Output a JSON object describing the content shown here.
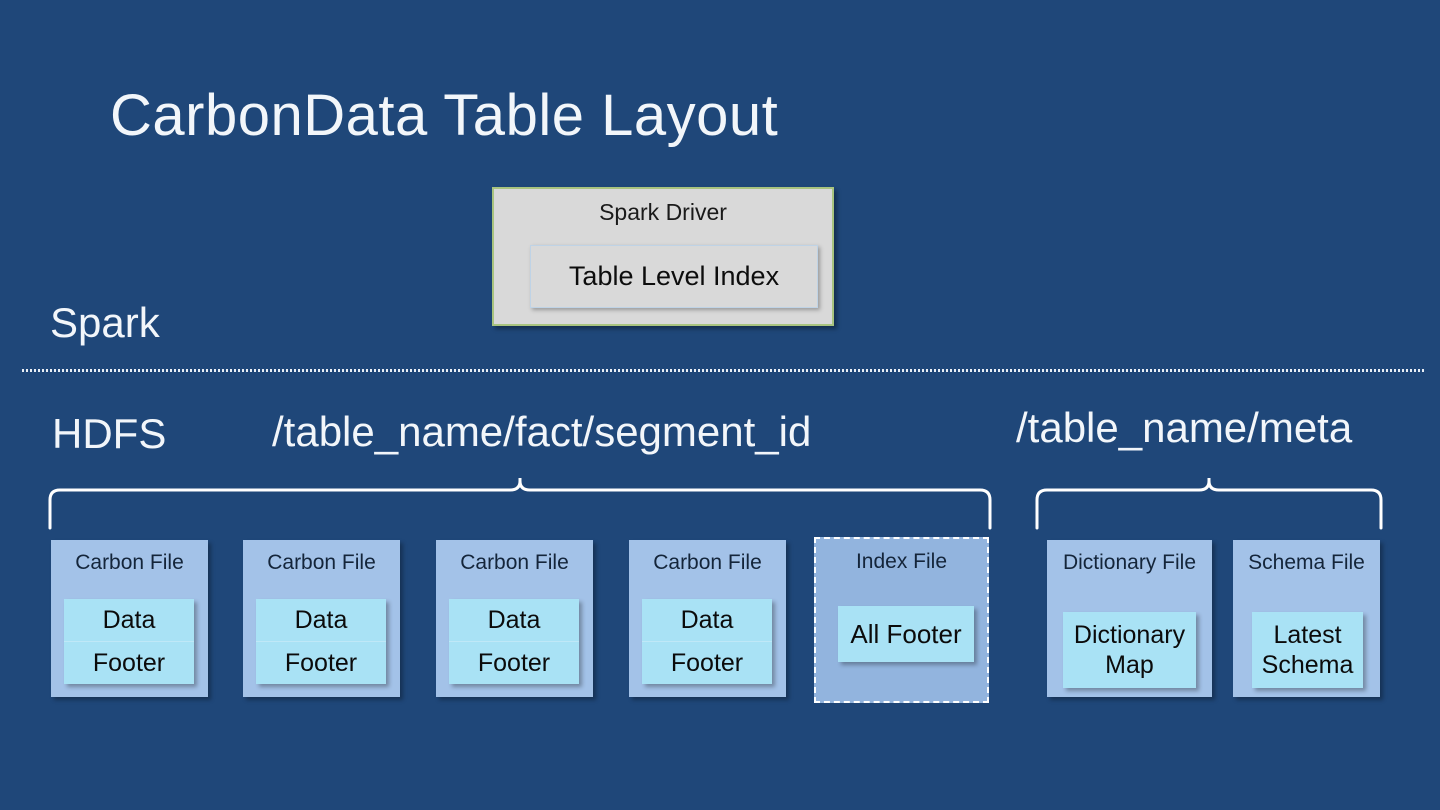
{
  "slide": {
    "title": "CarbonData Table Layout",
    "background_color": "#1F4779"
  },
  "layers": {
    "spark_label": "Spark",
    "hdfs_label": "HDFS",
    "path_fact": "/table_name/fact/segment_id",
    "path_meta": "/table_name/meta"
  },
  "driver": {
    "title": "Spark Driver",
    "inner_label": "Table Level Index",
    "fill_color": "#D9D9D9",
    "border_color": "#A9C47F"
  },
  "fact_files": [
    {
      "title": "Carbon File",
      "cells": [
        "Data",
        "Footer"
      ],
      "selected": false
    },
    {
      "title": "Carbon File",
      "cells": [
        "Data",
        "Footer"
      ],
      "selected": false
    },
    {
      "title": "Carbon File",
      "cells": [
        "Data",
        "Footer"
      ],
      "selected": false
    },
    {
      "title": "Carbon File",
      "cells": [
        "Data",
        "Footer"
      ],
      "selected": false
    },
    {
      "title": "Index File",
      "cells": [
        "All Footer"
      ],
      "selected": true
    }
  ],
  "meta_files": [
    {
      "title": "Dictionary File",
      "inner": "Dictionary Map"
    },
    {
      "title": "Schema File",
      "inner": "Latest Schema"
    }
  ],
  "colors": {
    "card_fill": "#A3C2E8",
    "card_selected_fill": "#92B4DE",
    "inner_fill": "#A9E2F5",
    "text_light": "#F2F6FA",
    "text_dark": "#0B0B0B",
    "brace_color": "#FFFFFF"
  }
}
